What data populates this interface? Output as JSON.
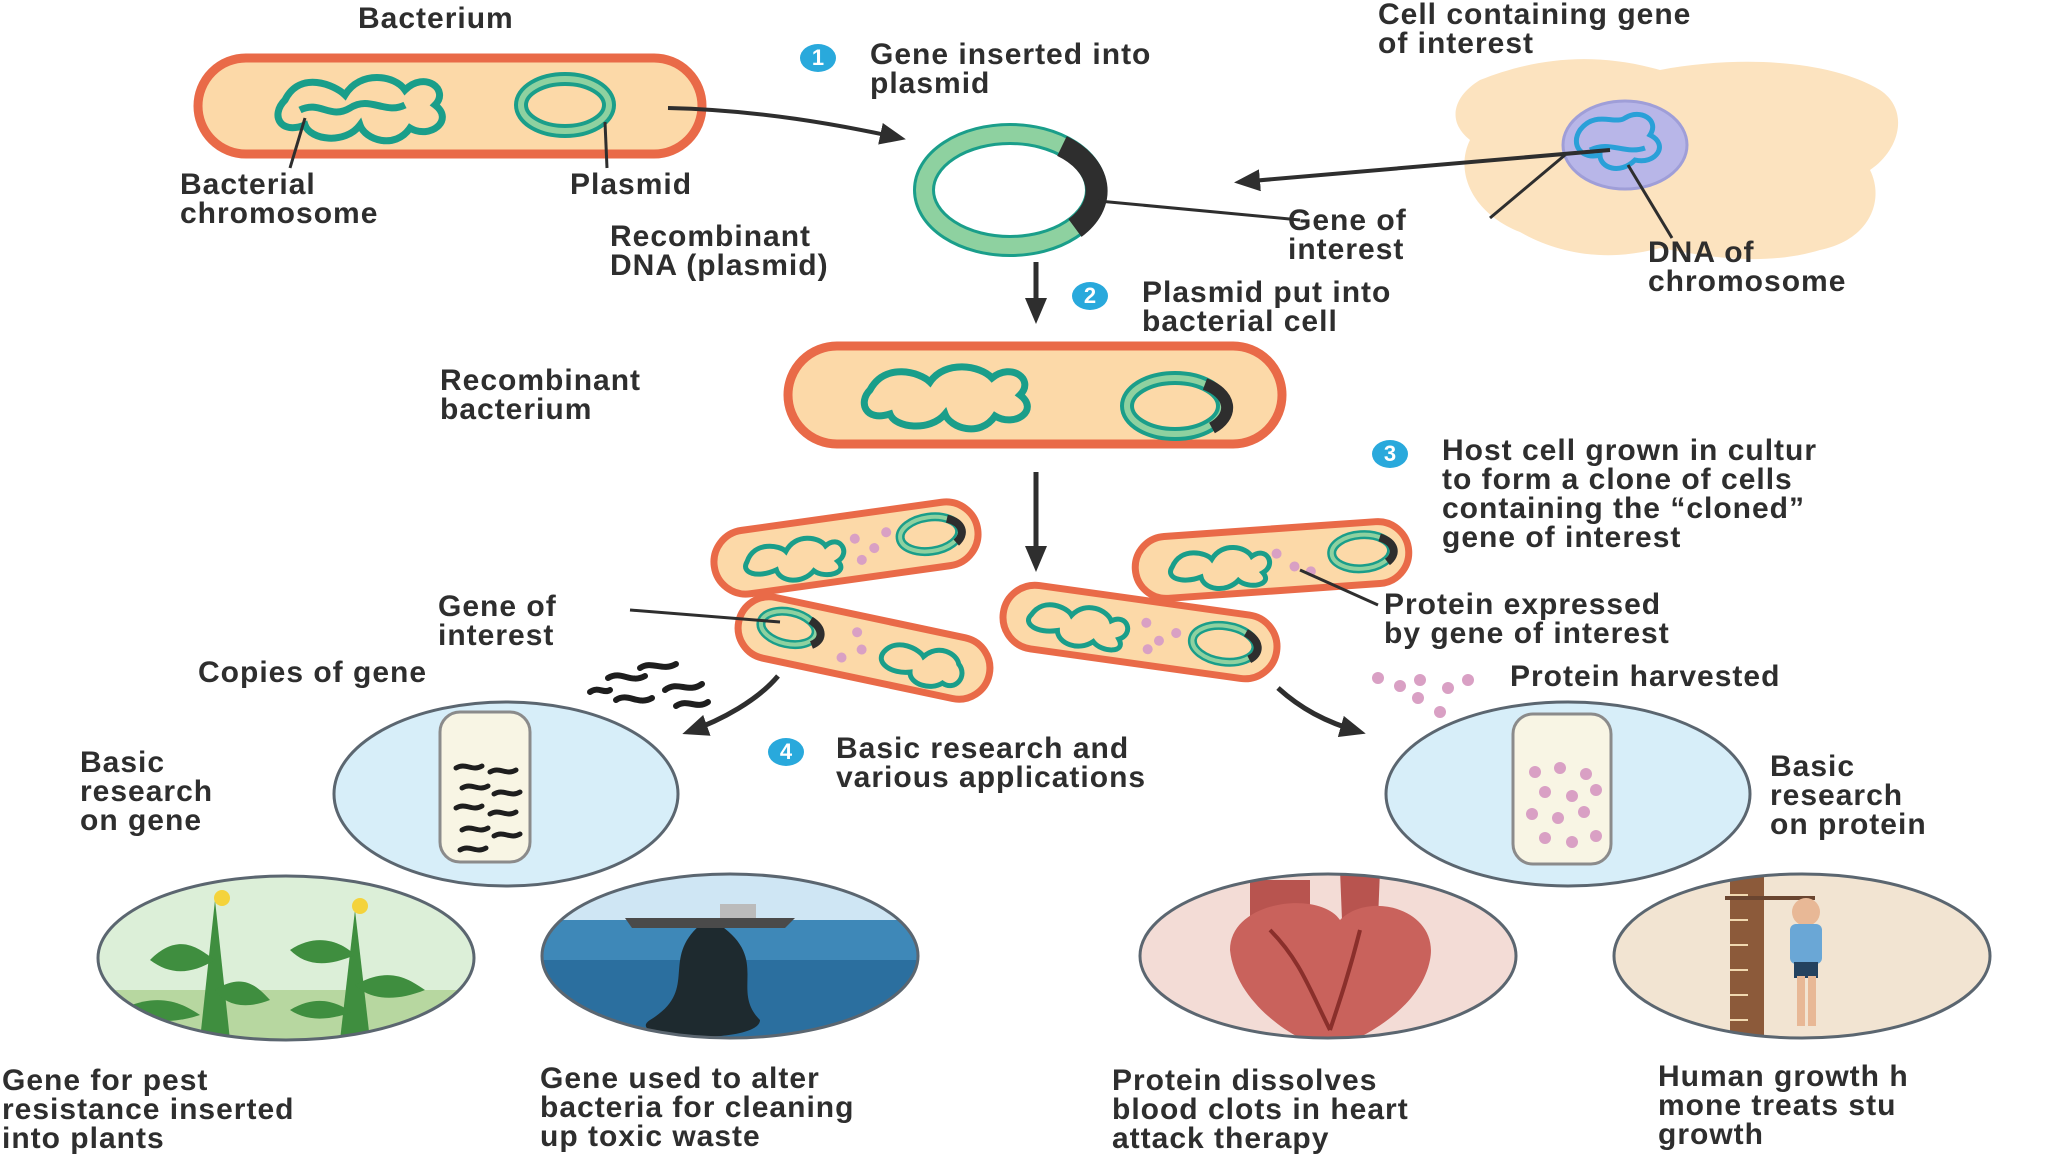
{
  "colors": {
    "cell_fill": "#fcd9a8",
    "cell_outline": "#e96a48",
    "dna": "#1a9e8a",
    "plasmid": "#8ed1a0",
    "step_badge": "#29a9dc",
    "test_tube_circle": "#d7eef9",
    "text": "#2e2e2e"
  },
  "labels": {
    "bacterium": "Bacterium",
    "bacterial_chromosome": "Bacterial\nchromosome",
    "plasmid": "Plasmid",
    "cell_containing_gene": "Cell containing gene\nof interest",
    "recombinant_dna": "Recombinant\nDNA (plasmid)",
    "gene_of_interest_top": "Gene of\ninterest",
    "dna_of_chromosome": "DNA of\nchromosome",
    "recombinant_bacterium": "Recombinant\nbacterium",
    "gene_of_interest_mid": "Gene of\ninterest",
    "protein_expressed": "Protein expressed\nby gene of interest",
    "copies_of_gene": "Copies of gene",
    "protein_harvested": "Protein harvested",
    "basic_research_gene": "Basic\nresearch\non gene",
    "basic_research_protein": "Basic\nresearch\non protein"
  },
  "steps": [
    {
      "number": "1",
      "text": "Gene inserted into\nplasmid"
    },
    {
      "number": "2",
      "text": "Plasmid put into\nbacterial cell"
    },
    {
      "number": "3",
      "text": "Host cell grown in cultur\nto form a clone of cells\ncontaining the “cloned”\ngene of interest"
    },
    {
      "number": "4",
      "text": "Basic research and\nvarious applications"
    }
  ],
  "applications": [
    {
      "icon": "corn-plants-icon",
      "caption": "Gene for pest\nresistance inserted\ninto plants"
    },
    {
      "icon": "oil-spill-ship-icon",
      "caption": "Gene used to alter\nbacteria for cleaning\nup toxic waste"
    },
    {
      "icon": "heart-icon",
      "caption": "Protein dissolves\nblood clots in heart\nattack therapy"
    },
    {
      "icon": "child-height-chart-icon",
      "caption": "Human growth h\nmone treats stu\ngrowth"
    }
  ]
}
